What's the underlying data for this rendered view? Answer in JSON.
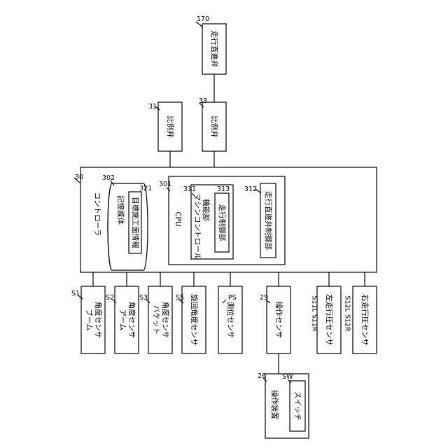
{
  "valves": {
    "travel_straight": {
      "ref": "170",
      "label": "走行直進弁"
    },
    "proportional_33": {
      "ref": "33",
      "label": "比例弁"
    },
    "proportional_31": {
      "ref": "31",
      "label": "比例弁"
    }
  },
  "controller": {
    "ref": "30",
    "label": "コントローラ",
    "storage": {
      "ref": "302",
      "label": "記憶媒体",
      "inner_ref": "321",
      "inner_label": "目標施工面情報"
    },
    "cpu": {
      "ref": "301",
      "label": "CPU",
      "machine_control": {
        "ref": "311",
        "label_line1": "マシンコントロール",
        "label_line2": "機能部",
        "inner_ref": "313",
        "inner_label": "走行制御部"
      },
      "valve_control": {
        "ref": "312",
        "label": "走行直進弁制御部"
      }
    }
  },
  "sensors": [
    {
      "ref": "S1",
      "line1": "ブーム",
      "line2": "角度センサ"
    },
    {
      "ref": "S2",
      "line1": "アーム",
      "line2": "角度センサ"
    },
    {
      "ref": "S3",
      "line1": "バケット",
      "line2": "角度センサ"
    },
    {
      "ref": "S5",
      "line1": "旋回角度センサ",
      "line2": ""
    },
    {
      "ref": "PS",
      "line1": "測位センサ",
      "line2": ""
    },
    {
      "ref": "29",
      "line1": "操作センサ",
      "line2": ""
    },
    {
      "ref": "S11L S11R",
      "line1": "左走行圧センサ",
      "line2": ""
    },
    {
      "ref": "S12L S12R",
      "line1": "右走行圧センサ",
      "line2": ""
    }
  ],
  "operation_device": {
    "ref": "26",
    "label": "操作装置",
    "switch_ref": "SW",
    "switch_label": "スイッチ"
  }
}
